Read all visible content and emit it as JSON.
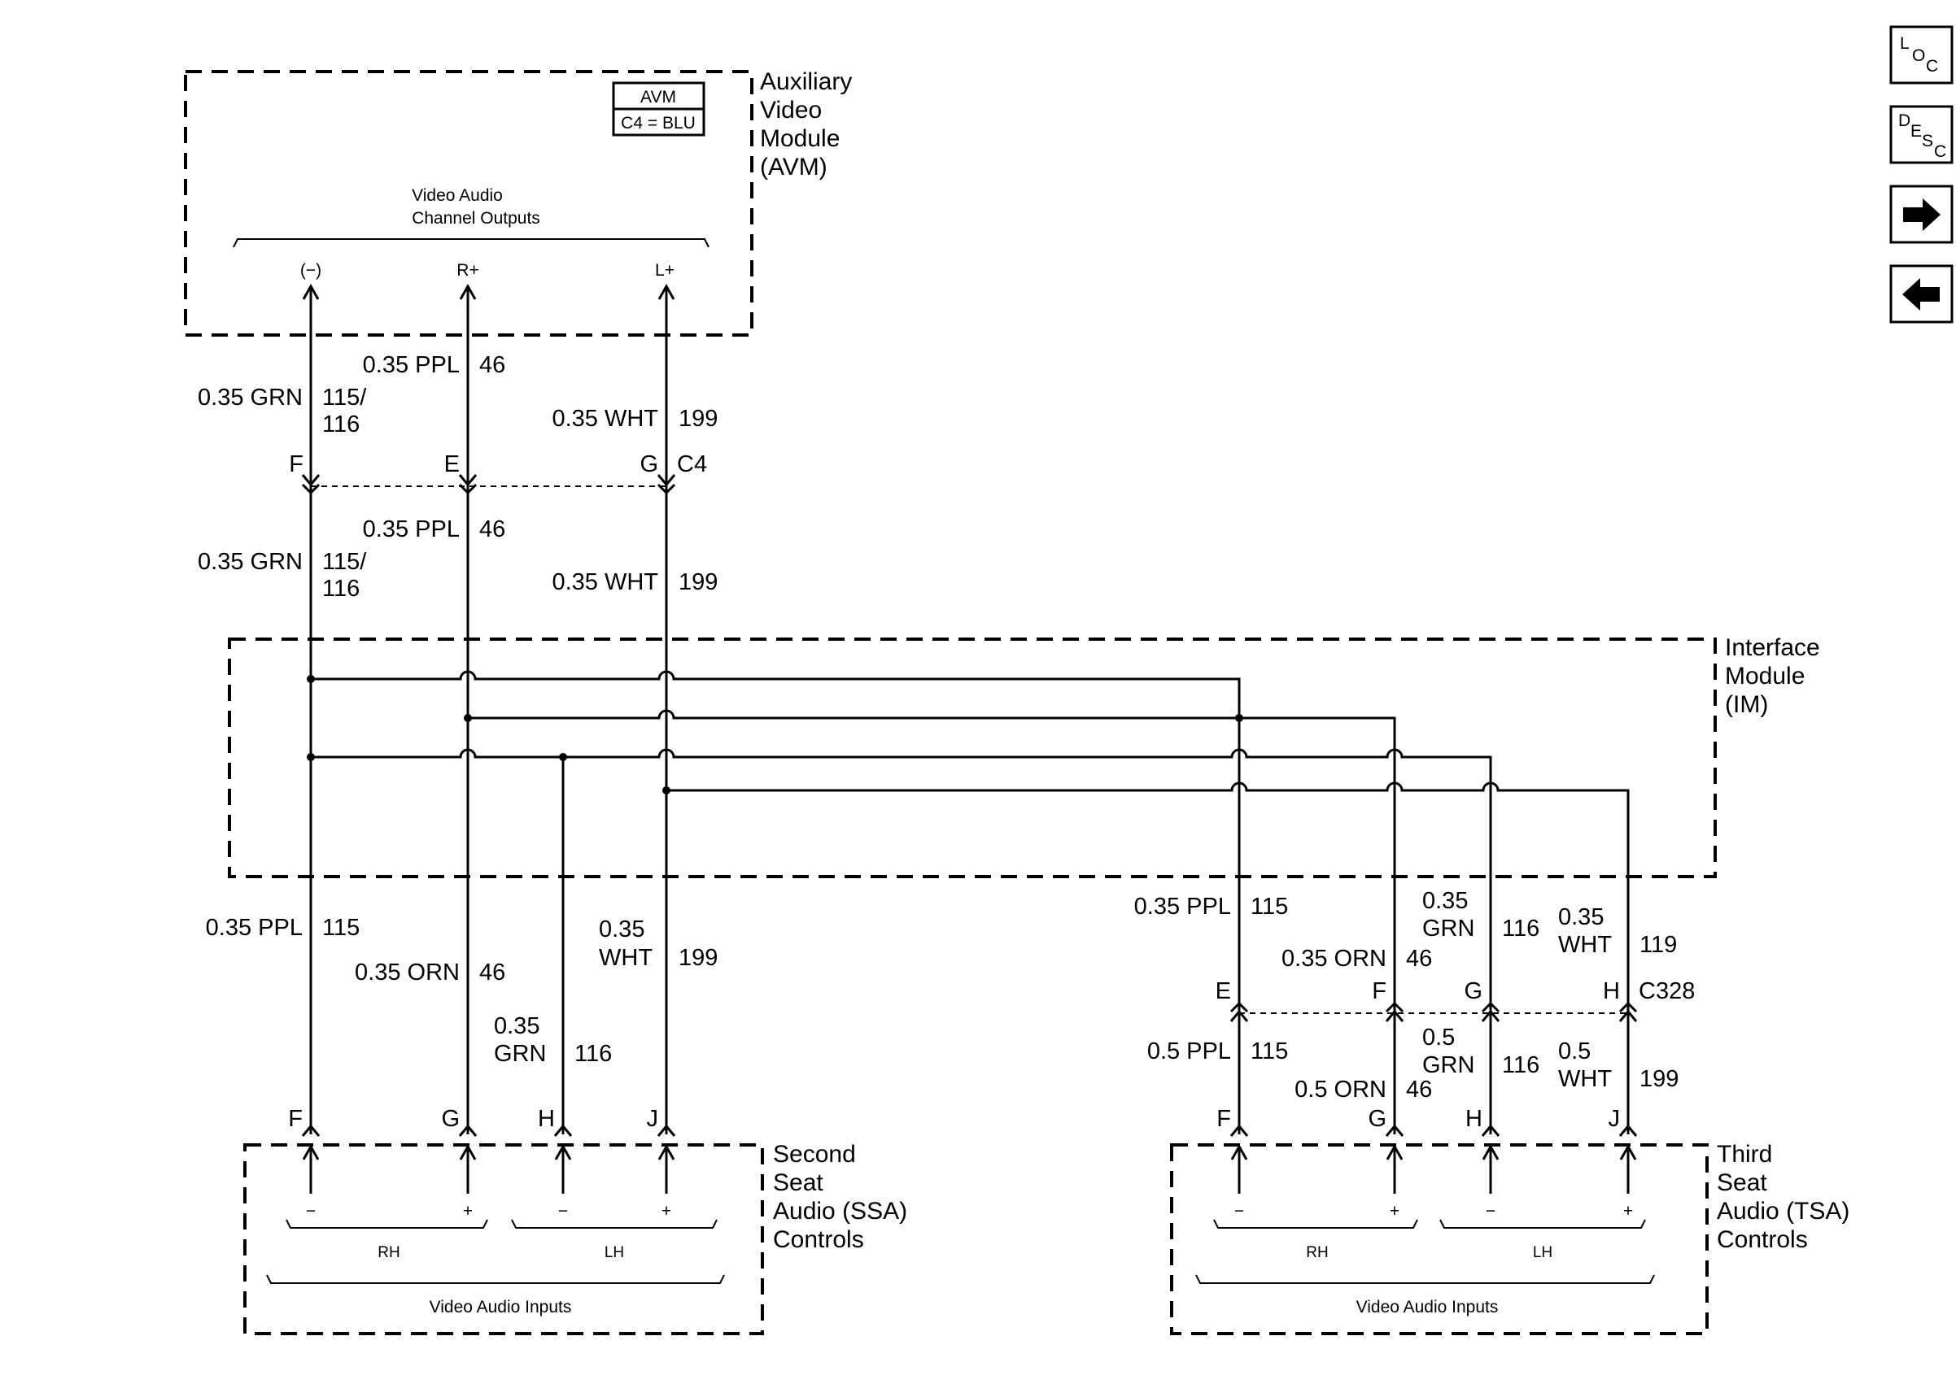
{
  "modules": {
    "avm": {
      "name_lines": [
        "Auxiliary",
        "Video",
        "Module",
        "(AVM)"
      ],
      "tag_top": "AVM",
      "tag_bottom": "C4 = BLU",
      "group_label_lines": [
        "Video Audio",
        "Channel Outputs"
      ],
      "pins": [
        "(−)",
        "R+",
        "L+"
      ]
    },
    "im": {
      "name_lines": [
        "Interface",
        "Module",
        "(IM)"
      ]
    },
    "ssa": {
      "name_lines": [
        "Second",
        "Seat",
        "Audio (SSA)",
        "Controls"
      ],
      "pins": [
        "−",
        "+",
        "−",
        "+"
      ],
      "groups": [
        "RH",
        "LH"
      ],
      "inputs_label": "Video Audio Inputs"
    },
    "tsa": {
      "name_lines": [
        "Third",
        "Seat",
        "Audio (TSA)",
        "Controls"
      ],
      "pins": [
        "−",
        "+",
        "−",
        "+"
      ],
      "groups": [
        "RH",
        "LH"
      ],
      "inputs_label": "Video Audio Inputs"
    }
  },
  "connectors": {
    "c4": {
      "name": "C4",
      "pins": [
        "F",
        "E",
        "G"
      ]
    },
    "c328": {
      "name": "C328",
      "pins": [
        "E",
        "F",
        "G",
        "H"
      ]
    },
    "ssa_pins": [
      "F",
      "G",
      "H",
      "J"
    ],
    "tsa_pins": [
      "F",
      "G",
      "H",
      "J"
    ]
  },
  "wires": {
    "avm_c4": [
      {
        "lines": [
          "0.35 GRN"
        ],
        "circuit": [
          "115/",
          "116"
        ]
      },
      {
        "lines": [
          "0.35 PPL"
        ],
        "circuit": [
          "46"
        ]
      },
      {
        "lines": [
          "0.35 WHT"
        ],
        "circuit": [
          "199"
        ]
      }
    ],
    "c4_im": [
      {
        "lines": [
          "0.35 GRN"
        ],
        "circuit": [
          "115/",
          "116"
        ]
      },
      {
        "lines": [
          "0.35 PPL"
        ],
        "circuit": [
          "46"
        ]
      },
      {
        "lines": [
          "0.35 WHT"
        ],
        "circuit": [
          "199"
        ]
      }
    ],
    "im_ssa": [
      {
        "lines": [
          "0.35 PPL"
        ],
        "circuit": [
          "115"
        ]
      },
      {
        "lines": [
          "0.35 ORN"
        ],
        "circuit": [
          "46"
        ]
      },
      {
        "lines": [
          "0.35",
          "GRN"
        ],
        "circuit": [
          "116"
        ]
      },
      {
        "lines": [
          "0.35",
          "WHT"
        ],
        "circuit": [
          "199"
        ]
      }
    ],
    "im_c328": [
      {
        "lines": [
          "0.35 PPL"
        ],
        "circuit": [
          "115"
        ]
      },
      {
        "lines": [
          "0.35 ORN"
        ],
        "circuit": [
          "46"
        ]
      },
      {
        "lines": [
          "0.35",
          "GRN"
        ],
        "circuit": [
          "116"
        ]
      },
      {
        "lines": [
          "0.35",
          "WHT"
        ],
        "circuit": [
          "119"
        ]
      }
    ],
    "c328_tsa": [
      {
        "lines": [
          "0.5 PPL"
        ],
        "circuit": [
          "115"
        ]
      },
      {
        "lines": [
          "0.5 ORN"
        ],
        "circuit": [
          "46"
        ]
      },
      {
        "lines": [
          "0.5",
          "GRN"
        ],
        "circuit": [
          "116"
        ]
      },
      {
        "lines": [
          "0.5",
          "WHT"
        ],
        "circuit": [
          "199"
        ]
      }
    ]
  },
  "nav": [
    {
      "icon": "loc-icon",
      "main": "L",
      "sub1": "O",
      "sub2": "C"
    },
    {
      "icon": "desc-icon",
      "main": "D",
      "sub1": "E",
      "sub2": "S",
      "sub3": "C"
    },
    {
      "icon": "arrow-right-icon"
    },
    {
      "icon": "arrow-left-icon"
    }
  ]
}
